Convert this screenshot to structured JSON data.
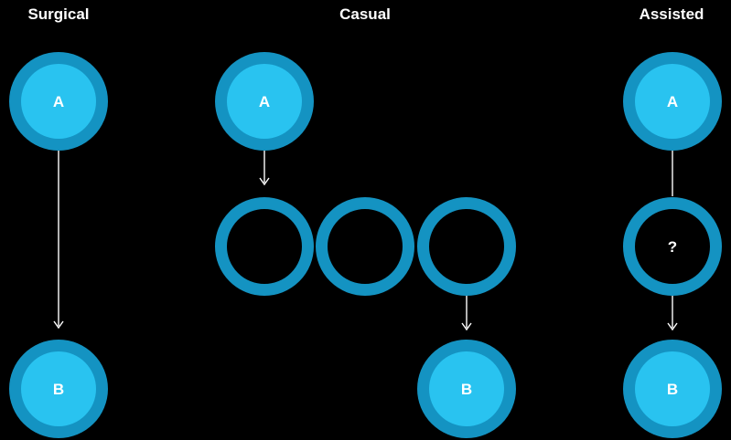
{
  "colors": {
    "background": "#000000",
    "ring": "#1493c2",
    "fill": "#29c3f0",
    "arrow": "#ffffff",
    "text": "#ffffff"
  },
  "columns": [
    {
      "title": "Surgical",
      "start_label": "A",
      "end_label": "B",
      "middle": []
    },
    {
      "title": "Casual",
      "start_label": "A",
      "end_label": "B",
      "middle": [
        "",
        "",
        ""
      ]
    },
    {
      "title": "Assisted",
      "start_label": "A",
      "end_label": "B",
      "middle": [
        "?"
      ]
    }
  ]
}
